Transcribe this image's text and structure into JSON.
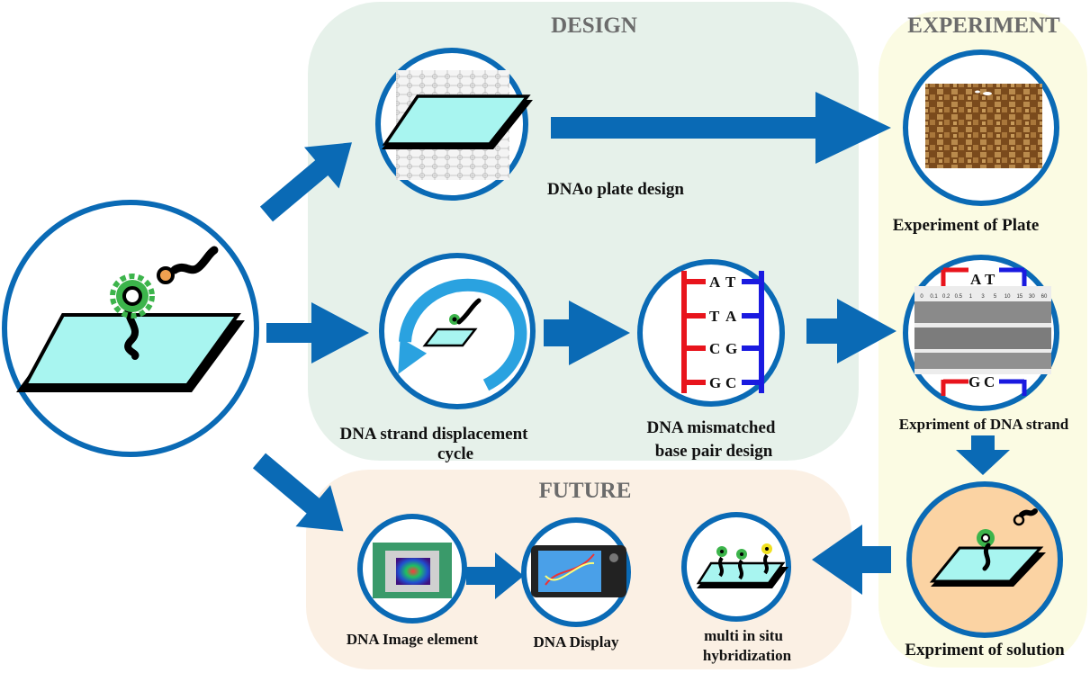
{
  "sections": {
    "design": "DESIGN",
    "experiment": "EXPERIMENT",
    "future": "FUTURE"
  },
  "labels": {
    "plate_design": "DNAo plate design",
    "strand_cycle_1": "DNA strand displacement",
    "strand_cycle_2": "cycle",
    "mismatch_1": "DNA mismatched",
    "mismatch_2": "base pair design",
    "exp_plate": "Experiment of Plate",
    "exp_strand": "Expriment of DNA strand",
    "exp_solution": "Expriment of solution",
    "image_element": "DNA Image element",
    "display": "DNA Display",
    "insitu_1": "multi in situ",
    "insitu_2": "hybridization"
  },
  "base_pairs": {
    "mismatch": [
      [
        "A",
        "T"
      ],
      [
        "T",
        "A"
      ],
      [
        "C",
        "G"
      ],
      [
        "G",
        "C"
      ]
    ],
    "strand_top": [
      "A",
      "T"
    ],
    "strand_bottom": [
      "G",
      "C"
    ]
  },
  "gel_ticks": [
    "0",
    "0.1",
    "0.2",
    "0.5",
    "1",
    "3",
    "5",
    "10",
    "15",
    "30",
    "60"
  ],
  "colors": {
    "ring": "#0a6ab5",
    "design_bg": "#e6f1ea",
    "experiment_bg": "#fbfbe3",
    "future_bg": "#fbf0e4",
    "plate": "#a8f5f0",
    "strand_red": "#e8141c",
    "strand_blue": "#1a1ae0"
  }
}
